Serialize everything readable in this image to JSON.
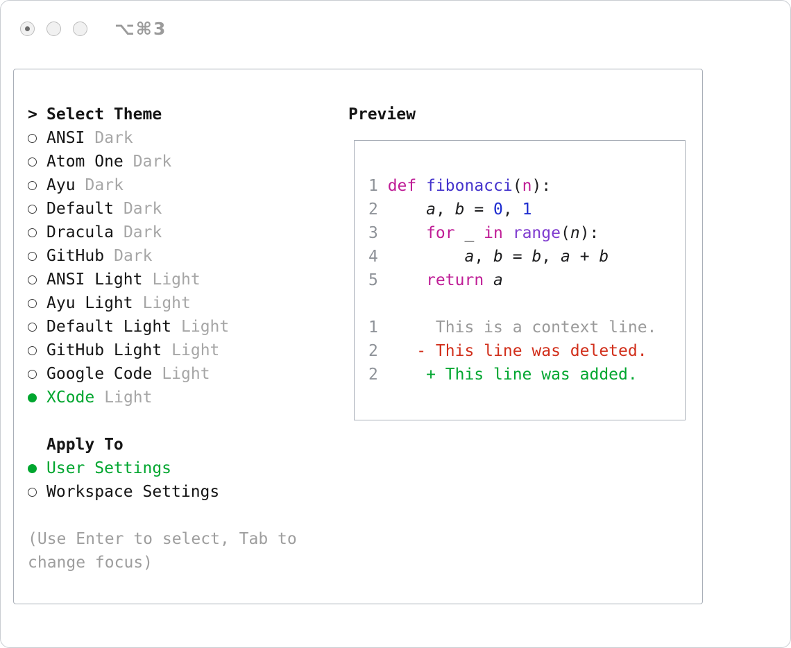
{
  "colors": {
    "accent_green": "#00a62f",
    "muted_gray": "#9e9e9e",
    "panel_border": "#a9afb8"
  },
  "titlebar": {
    "shortcut": "⌥⌘3"
  },
  "theme_panel": {
    "title_prefix": ">",
    "title": "Select Theme",
    "themes": [
      {
        "name": "ANSI",
        "variant": "Dark",
        "selected": false
      },
      {
        "name": "Atom One",
        "variant": "Dark",
        "selected": false
      },
      {
        "name": "Ayu",
        "variant": "Dark",
        "selected": false
      },
      {
        "name": "Default",
        "variant": "Dark",
        "selected": false
      },
      {
        "name": "Dracula",
        "variant": "Dark",
        "selected": false
      },
      {
        "name": "GitHub",
        "variant": "Dark",
        "selected": false
      },
      {
        "name": "ANSI Light",
        "variant": "Light",
        "selected": false
      },
      {
        "name": "Ayu Light",
        "variant": "Light",
        "selected": false
      },
      {
        "name": "Default Light",
        "variant": "Light",
        "selected": false
      },
      {
        "name": "GitHub Light",
        "variant": "Light",
        "selected": false
      },
      {
        "name": "Google Code",
        "variant": "Light",
        "selected": false
      },
      {
        "name": "XCode",
        "variant": "Light",
        "selected": true
      }
    ],
    "apply_to": {
      "title": "Apply To",
      "options": [
        {
          "label": "User Settings",
          "selected": true
        },
        {
          "label": "Workspace Settings",
          "selected": false
        }
      ]
    },
    "help_text": "(Use Enter to select, Tab to change focus)"
  },
  "preview": {
    "title": "Preview",
    "palette": {
      "keyword": "#bf1d96",
      "function": "#4433cc",
      "builtin": "#7f3bcf",
      "number": "#1c2bcf",
      "linenum": "#8e9298",
      "context": "#9a9a9a",
      "deleted": "#d12f1b",
      "added": "#00a62f"
    },
    "lines": [
      {
        "n": "1",
        "tokens": [
          {
            "t": "def",
            "c": "keyword"
          },
          {
            "t": " "
          },
          {
            "t": "fibonacci",
            "c": "function"
          },
          {
            "t": "("
          },
          {
            "t": "n",
            "c": "keyword"
          },
          {
            "t": "):"
          }
        ]
      },
      {
        "n": "2",
        "tokens": [
          {
            "t": "    "
          },
          {
            "t": "a",
            "i": true
          },
          {
            "t": ", "
          },
          {
            "t": "b",
            "i": true
          },
          {
            "t": " = "
          },
          {
            "t": "0",
            "c": "number"
          },
          {
            "t": ", "
          },
          {
            "t": "1",
            "c": "number"
          }
        ]
      },
      {
        "n": "3",
        "tokens": [
          {
            "t": "    "
          },
          {
            "t": "for",
            "c": "keyword"
          },
          {
            "t": " _ "
          },
          {
            "t": "in",
            "c": "keyword"
          },
          {
            "t": " "
          },
          {
            "t": "range",
            "c": "builtin"
          },
          {
            "t": "("
          },
          {
            "t": "n",
            "i": true
          },
          {
            "t": "):"
          }
        ]
      },
      {
        "n": "4",
        "tokens": [
          {
            "t": "        "
          },
          {
            "t": "a",
            "i": true
          },
          {
            "t": ", "
          },
          {
            "t": "b",
            "i": true
          },
          {
            "t": " = "
          },
          {
            "t": "b",
            "i": true
          },
          {
            "t": ", "
          },
          {
            "t": "a",
            "i": true
          },
          {
            "t": " + "
          },
          {
            "t": "b",
            "i": true
          }
        ]
      },
      {
        "n": "5",
        "tokens": [
          {
            "t": "    "
          },
          {
            "t": "return",
            "c": "keyword"
          },
          {
            "t": " "
          },
          {
            "t": "a",
            "i": true
          }
        ]
      },
      {
        "blank": true
      },
      {
        "n": "1",
        "tokens": [
          {
            "t": "     This is a context line.",
            "c": "context"
          }
        ]
      },
      {
        "n": "2",
        "tokens": [
          {
            "t": "   - This line was deleted.",
            "c": "deleted"
          }
        ]
      },
      {
        "n": "2",
        "tokens": [
          {
            "t": "    + This line was added.",
            "c": "added"
          }
        ]
      }
    ]
  }
}
